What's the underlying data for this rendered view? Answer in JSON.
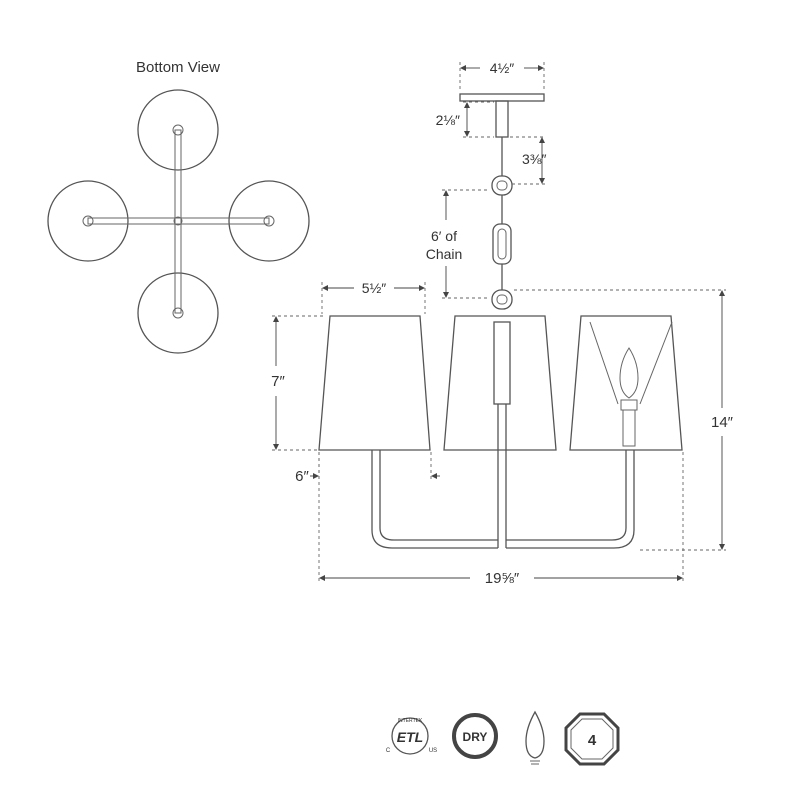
{
  "bottom_view_label": "Bottom View",
  "dimensions": {
    "canopy_width": "4½″",
    "canopy_height": "2⅛″",
    "stem_drop": "3⅜″",
    "chain_length_line1": "6′ of",
    "chain_length_line2": "Chain",
    "shade_width": "5½″",
    "shade_height": "7″",
    "arm_offset": "6″",
    "overall_height": "14″",
    "overall_width": "19⅝″"
  },
  "certifications": {
    "etl_small_left": "C",
    "etl_small_right": "US",
    "etl_arc_text": "INTERTEK",
    "etl_mark": "ETL",
    "dry_rating": "DRY",
    "lamp_count": "4"
  },
  "colors": {
    "line": "#555555",
    "text": "#333333",
    "background": "#ffffff"
  }
}
